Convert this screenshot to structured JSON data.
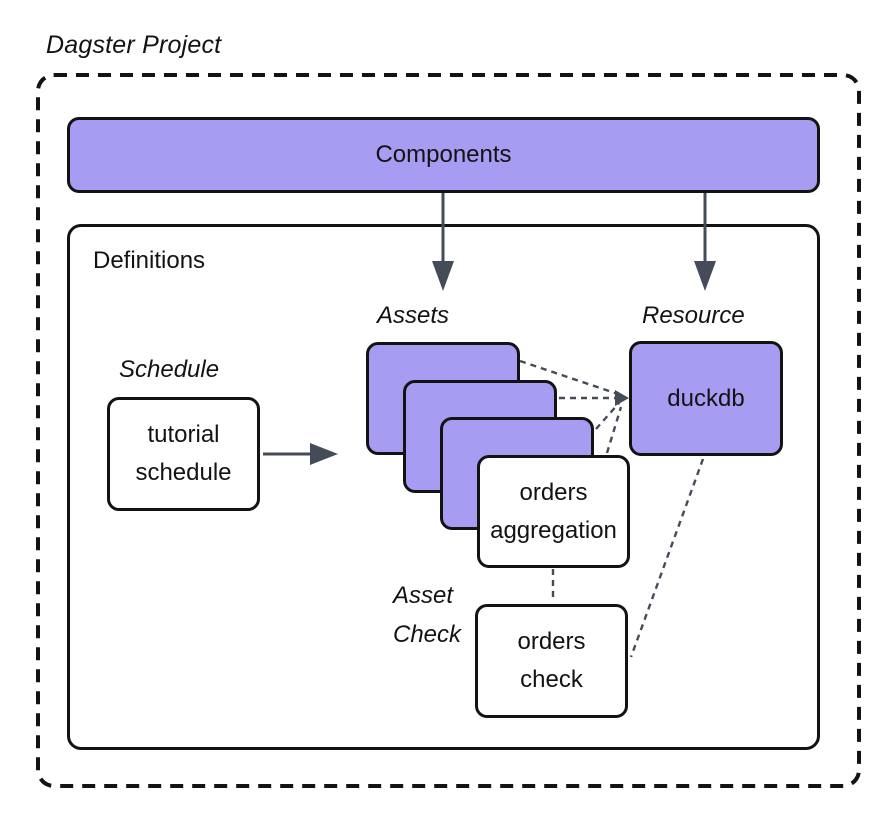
{
  "title": "Dagster Project",
  "components": {
    "label": "Components"
  },
  "definitions": {
    "label": "Definitions"
  },
  "schedule": {
    "label": "Schedule",
    "box": {
      "line1": "tutorial",
      "line2": "schedule"
    }
  },
  "assets": {
    "label": "Assets"
  },
  "resource": {
    "label": "Resource",
    "box": {
      "label": "duckdb"
    }
  },
  "orders_aggregation": {
    "line1": "orders",
    "line2": "aggregation"
  },
  "asset_check": {
    "label_line1": "Asset",
    "label_line2": "Check",
    "box": {
      "line1": "orders",
      "line2": "check"
    }
  },
  "colors": {
    "purple_fill": "#a69cf2",
    "box_border": "#131313",
    "connector": "#454c59",
    "background": "#ffffff"
  }
}
